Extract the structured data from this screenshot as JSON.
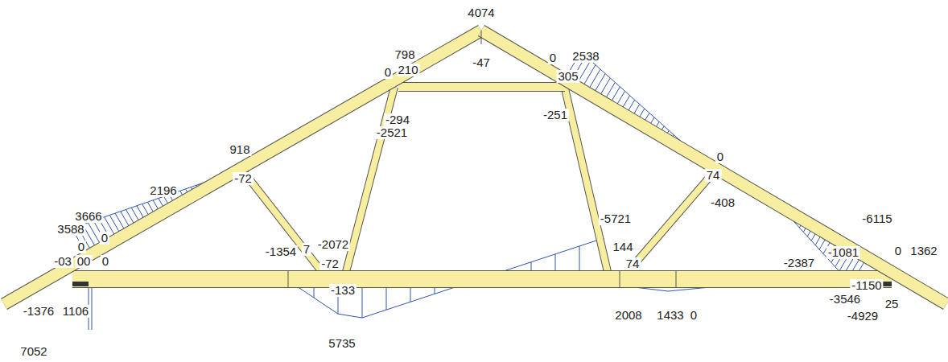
{
  "diagram": {
    "labels": [
      "4074",
      "798",
      "0",
      "210",
      "-47",
      "0",
      "2538",
      "305",
      "-294",
      "-2521",
      "-251",
      "918",
      "-72",
      "0",
      "74",
      "-408",
      "2196",
      "3666",
      "3588",
      "0",
      "0",
      "-03",
      "00",
      "0",
      "-1354",
      "7",
      "-2072",
      "-72",
      "-133",
      "-5721",
      "144",
      "74",
      "-2387",
      "-1081",
      "-6115",
      "0",
      "1362",
      "-1150",
      "-3546",
      "25",
      "-4929",
      "-1376",
      "1106",
      "7052",
      "5735",
      "2008",
      "1433",
      "0"
    ]
  }
}
